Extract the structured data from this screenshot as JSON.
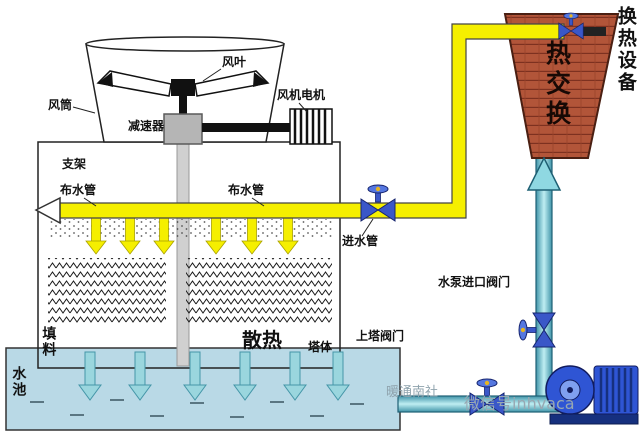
{
  "labels": {
    "fan_blade": "风叶",
    "fan_duct": "风筒",
    "fan_motor": "风机电机",
    "reducer": "减速器",
    "support": "支架",
    "dist_pipe": "布水管",
    "inlet_pipe": "进水管",
    "fill": "填料",
    "heat_dissipation": "散热",
    "tower_body": "塔体",
    "pool": "水池",
    "tower_valve": "上塔阀门",
    "pump_inlet_valve": "水泵进口阀门",
    "heat_exchange": "热交换",
    "heat_exchange_equipment": "换热设备"
  },
  "watermarks": {
    "brand": "暖通南社",
    "wechat": "微信号inhvaca"
  },
  "colors": {
    "hot_pipe_yellow": "#f5ef00",
    "cold_pipe_cyan": "#8fd8e2",
    "pool_blue": "#b9d9e6",
    "exchanger_red": "#b25539",
    "valve_blue": "#3a57c8",
    "pump_blue": "#2f55d4"
  }
}
